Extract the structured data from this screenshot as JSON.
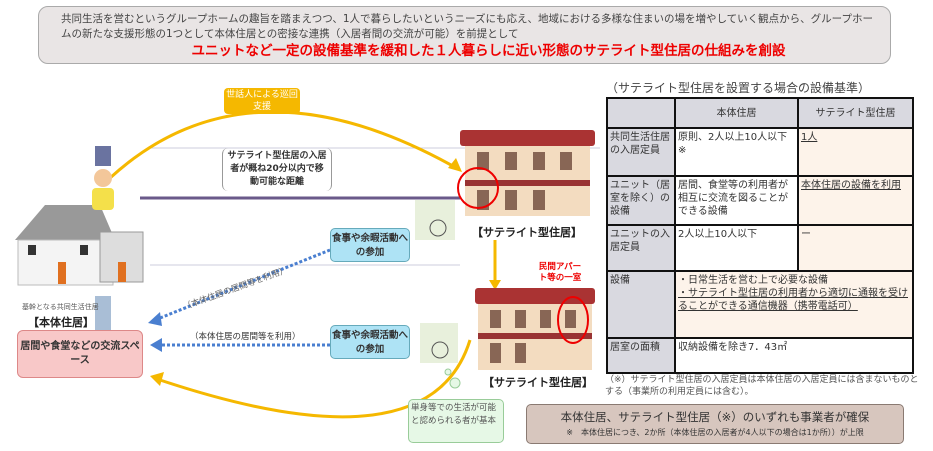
{
  "intro": {
    "line1": "共同生活を営むというグループホームの趣旨を踏まえつつ、1人で暮らしたいというニーズにも応え、地域における多様な住まいの場を増やしていく観点から、グループホームの新たな支援形態の1つとして本体住居との密接な連携（入居者間の交流が可能）を前提として",
    "headline": "ユニットなど一定の設備基準を緩和した１人暮らしに近い形態のサテライト型住居の仕組みを創設"
  },
  "table": {
    "title": "（サテライト型住居を設置する場合の設備基準）",
    "headers": [
      "",
      "本体住居",
      "サテライト型住居"
    ],
    "rows": [
      {
        "label": "共同生活住居の入居定員",
        "main": "原則、2人以上10人以下　※",
        "satellite": "1人"
      },
      {
        "label": "ユニット（居室を除く）の設備",
        "main": "居間、食堂等の利用者が相互に交流を図ることができる設備",
        "satellite": "本体住居の設備を利用"
      },
      {
        "label": "ユニットの入居定員",
        "main": "2人以上10人以下",
        "satellite": "ー"
      },
      {
        "label": "設備",
        "item1": "・日常生活を営む上で必要な設備",
        "item2": "・サテライト型住居の利用者から適切に通報を受けることができる通信機器（携帯電話可）"
      },
      {
        "label": "居室の面積",
        "main": "収納設備を除き7．43㎡"
      }
    ]
  },
  "note": "（※）サテライト型住居の入居定員は本体住居の入居定員には含まないものとする（事業所の利用定員には含む）。",
  "bottom": {
    "main": "本体住居、サテライト型住居（※）のいずれも事業者が確保",
    "sub": "※　本体住居につき、2か所（本体住居の入居者が4人以下の場合は1か所））が上限"
  },
  "diagram": {
    "patrol": "世話人による巡回支援",
    "distance": "サテライト型住居の入居者が概ね20分以内で移動可能な距離",
    "activity1": "食事や余暇活動への参加",
    "activity2": "食事や余暇活動への参加",
    "use1": "（本体住居の居間等を利用）",
    "use2": "（本体住居の居間等を利用）",
    "main_sub": "基幹となる共同生活住居",
    "main_label": "【本体住居】",
    "exchange": "居間や食堂などの交流スペース",
    "sat1": "【サテライト型住居】",
    "sat2": "【サテライト型住居】",
    "apartment": "民間アパート等の一室",
    "single": "単身等での生活が可能と認められる者が基本"
  }
}
